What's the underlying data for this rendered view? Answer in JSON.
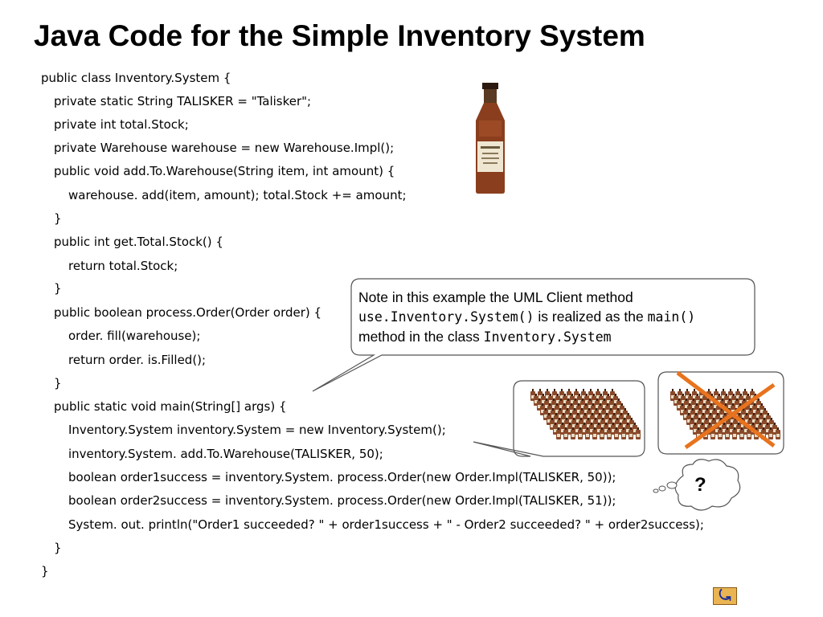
{
  "slide": {
    "title": "Java Code for the Simple Inventory System"
  },
  "code": [
    "public class Inventory.System {",
    "private static String TALISKER = \"Talisker\";",
    "private int total.Stock;",
    "private Warehouse warehouse = new Warehouse.Impl();",
    "public void add.To.Warehouse(String item, int amount) {",
    "warehouse. add(item, amount); total.Stock += amount;",
    "}",
    "public int get.Total.Stock() {",
    "return total.Stock;",
    "}",
    "public boolean process.Order(Order order) {",
    "order. fill(warehouse);",
    "return order. is.Filled();",
    "}",
    "public static void main(String[] args) {",
    "Inventory.System inventory.System = new Inventory.System();",
    "inventory.System. add.To.Warehouse(TALISKER, 50);",
    "boolean order1success = inventory.System. process.Order(new Order.Impl(TALISKER, 50));",
    "boolean order2success = inventory.System. process.Order(new Order.Impl(TALISKER, 51));",
    "System. out. println(\"Order1 succeeded? \" + order1success + \" - Order2 succeeded? \" + order2success);",
    "}",
    "}"
  ],
  "note": {
    "line1": "Note in this example the UML Client method",
    "code1": "use.Inventory.System()",
    "mid": " is realized as the ",
    "code2": "main()",
    "line3_text": "method in the class ",
    "code3": "Inventory.System"
  },
  "thought": {
    "text": "?"
  },
  "icons": {
    "nav": "return-arrow-icon",
    "cross": "red-cross-icon",
    "bottle": "whisky-bottle-icon"
  },
  "colors": {
    "cross": "#e8731e",
    "bottle": "#8a4a2a",
    "nav_bg": "#e9b451"
  }
}
